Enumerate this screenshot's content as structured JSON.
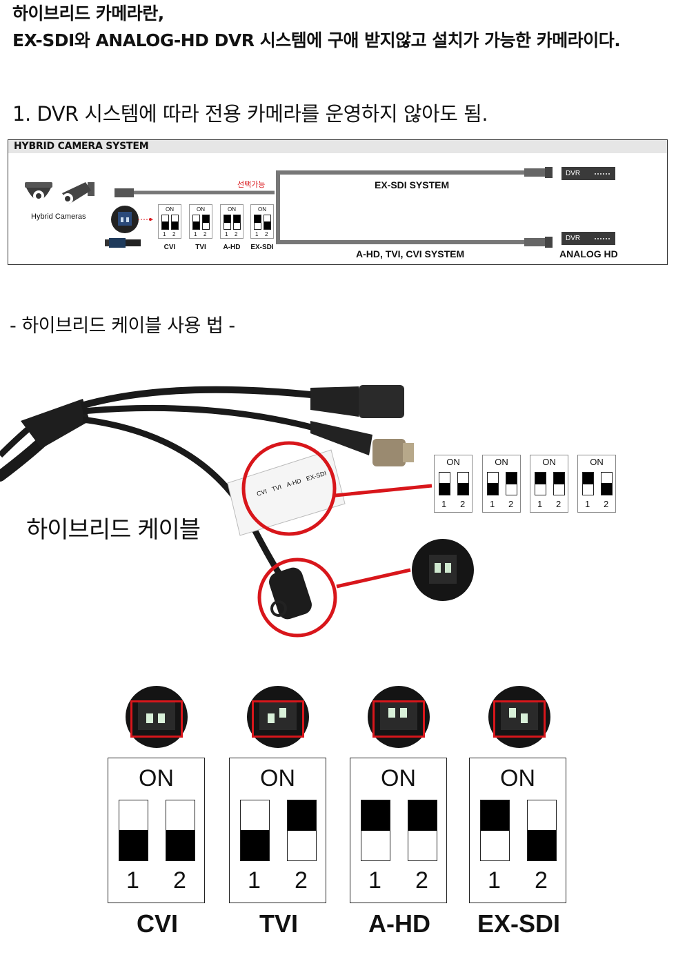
{
  "header": {
    "line1": "하이브리드 카메라란,",
    "line2": "EX-SDI와 ANALOG-HD DVR 시스템에 구애 받지않고 설치가 가능한 카메라이다."
  },
  "section1": {
    "title": "1. DVR 시스템에 따라 전용 카메라를 운영하지 않아도 됨."
  },
  "system_diagram": {
    "title": "HYBRID CAMERA SYSTEM",
    "cameras_label": "Hybrid Cameras",
    "select_label": "선택가능",
    "top_system": "EX-SDI SYSTEM",
    "bottom_system": "A-HD, TVI, CVI SYSTEM",
    "dvr_top": "DVR",
    "dvr_bottom": "DVR",
    "analog_label": "ANALOG HD",
    "modes": [
      "CVI",
      "TVI",
      "A-HD",
      "EX-SDI"
    ]
  },
  "section2": {
    "title": "- 하이브리드 케이블 사용 법 -"
  },
  "cable": {
    "label": "하이브리드 케이블",
    "band_labels": [
      "CVI",
      "TVI",
      "A-HD",
      "EX-SDI"
    ]
  },
  "switch": {
    "on_label": "ON",
    "num1": "1",
    "num2": "2",
    "states": [
      {
        "mode": "CVI",
        "sw1": "down",
        "sw2": "down"
      },
      {
        "mode": "TVI",
        "sw1": "down",
        "sw2": "up"
      },
      {
        "mode": "A-HD",
        "sw1": "up",
        "sw2": "up"
      },
      {
        "mode": "EX-SDI",
        "sw1": "up",
        "sw2": "down"
      }
    ]
  },
  "colors": {
    "highlight": "#d8161b",
    "cable": "#1a1a1a",
    "panel": "#e6e6e6"
  }
}
